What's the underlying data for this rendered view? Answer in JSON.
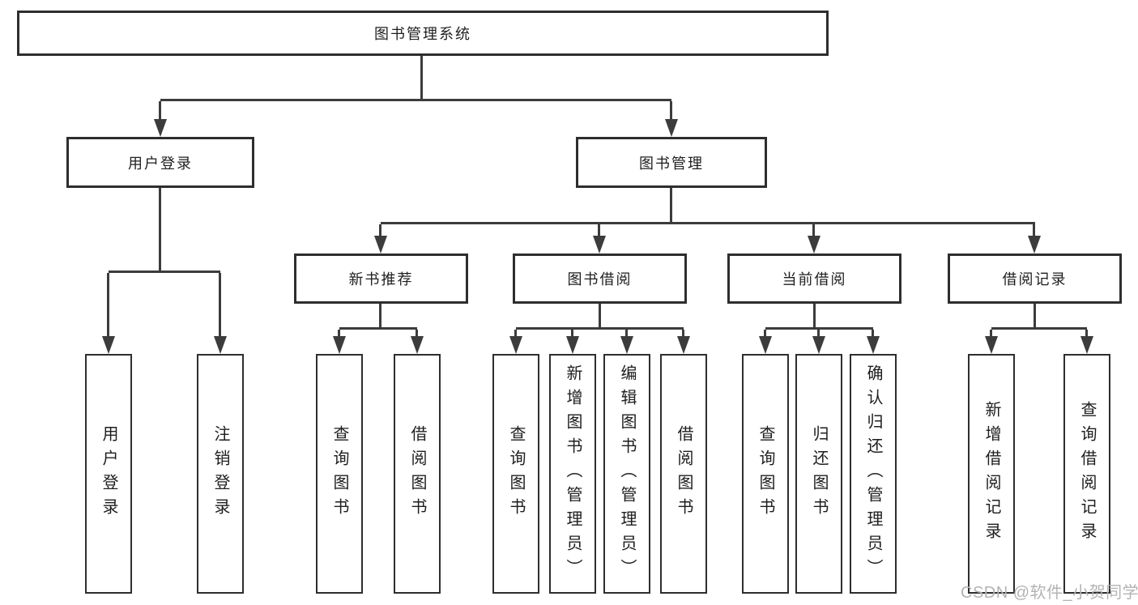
{
  "tree": {
    "label": "图书管理系统",
    "children": [
      {
        "label": "用户登录",
        "children": [
          {
            "label": "用户登录"
          },
          {
            "label": "注销登录"
          }
        ]
      },
      {
        "label": "图书管理",
        "children": [
          {
            "label": "新书推荐",
            "children": [
              {
                "label": "查询图书"
              },
              {
                "label": "借阅图书"
              }
            ]
          },
          {
            "label": "图书借阅",
            "children": [
              {
                "label": "查询图书"
              },
              {
                "label": "新增图书（管理员）"
              },
              {
                "label": "编辑图书（管理员）"
              },
              {
                "label": "借阅图书"
              }
            ]
          },
          {
            "label": "当前借阅",
            "children": [
              {
                "label": "查询图书"
              },
              {
                "label": "归还图书"
              },
              {
                "label": "确认归还（管理员）"
              }
            ]
          },
          {
            "label": "借阅记录",
            "children": [
              {
                "label": "新增借阅记录"
              },
              {
                "label": "查询借阅记录"
              }
            ]
          }
        ]
      }
    ]
  },
  "watermark": {
    "text": "CSDN @软件_小贺同学"
  },
  "colors": {
    "line": "#3c3c3c",
    "border": "#2e2e2e",
    "text": "#1e1e1e",
    "watermark": "#b3b3b3",
    "background": "#ffffff"
  }
}
